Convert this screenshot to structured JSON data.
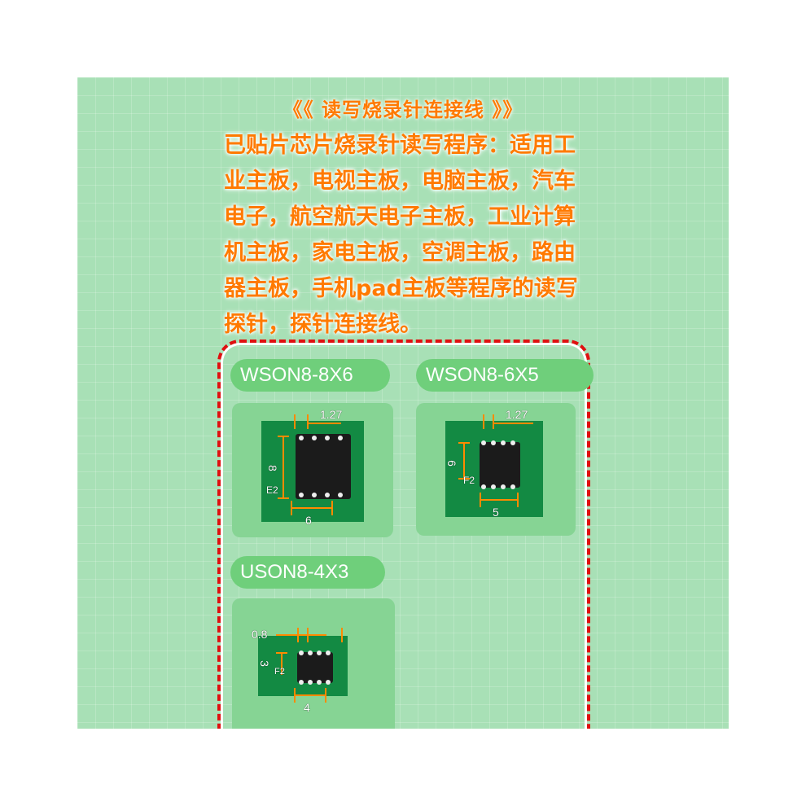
{
  "title": "《《  读写烧录针连接线  》》",
  "description": "已贴片芯片烧录针读写程序：适用工业主板，电视主板，电脑主板，汽车电子，航空航天电子主板，工业计算机主板，家电主板，空调主板，路由器主板，手机pad主板等程序的读写探针，探针连接线。",
  "packages": [
    {
      "name": "WSON8-8X6",
      "pitch": "1.27",
      "height": "8",
      "width": "6",
      "marker": "E2"
    },
    {
      "name": "WSON8-6X5",
      "pitch": "1.27",
      "height": "6",
      "width": "5",
      "marker": "F2"
    },
    {
      "name": "USON8-4X3",
      "pitch": "0.8",
      "height": "3",
      "width": "4",
      "marker": "F2"
    }
  ],
  "colors": {
    "accent": "#ff7a00",
    "frame": "#e01010",
    "label_bg": "#6fcf7b",
    "background": "#a8e0b6"
  }
}
